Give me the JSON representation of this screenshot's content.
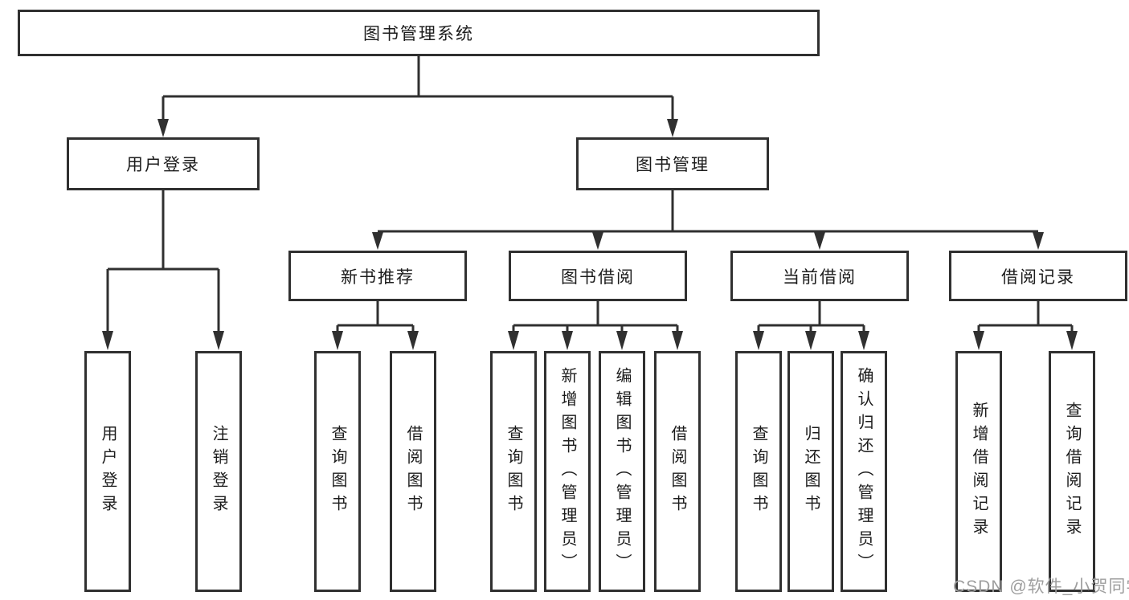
{
  "diagram": {
    "type": "tree",
    "root": {
      "label": "图书管理系统",
      "children": [
        {
          "label": "用户登录",
          "children": [
            {
              "label": "用户登录"
            },
            {
              "label": "注销登录"
            }
          ]
        },
        {
          "label": "图书管理",
          "children": [
            {
              "label": "新书推荐",
              "children": [
                {
                  "label": "查询图书"
                },
                {
                  "label": "借阅图书"
                }
              ]
            },
            {
              "label": "图书借阅",
              "children": [
                {
                  "label": "查询图书"
                },
                {
                  "label": "新增图书（管理员）"
                },
                {
                  "label": "编辑图书（管理员）"
                },
                {
                  "label": "借阅图书"
                }
              ]
            },
            {
              "label": "当前借阅",
              "children": [
                {
                  "label": "查询图书"
                },
                {
                  "label": "归还图书"
                },
                {
                  "label": "确认归还（管理员）"
                }
              ]
            },
            {
              "label": "借阅记录",
              "children": [
                {
                  "label": "新增借阅记录"
                },
                {
                  "label": "查询借阅记录"
                }
              ]
            }
          ]
        }
      ]
    }
  },
  "watermark": {
    "text": "CSDN @软件_小贺同学"
  },
  "colors": {
    "line": "#303030",
    "text": "#1c1c1c",
    "watermark": "#9e9e9e",
    "background": "#ffffff"
  }
}
